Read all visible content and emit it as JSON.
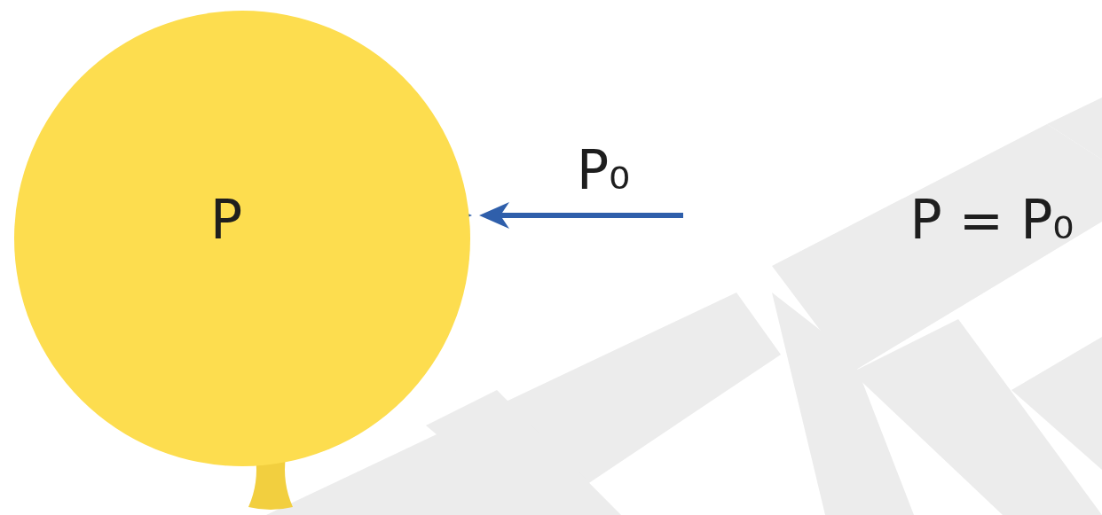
{
  "diagram": {
    "nodes": [
      {
        "text": [
          "P"
        ]
      }
    ],
    "labels": [
      "P₀",
      "P = P₀"
    ]
  }
}
